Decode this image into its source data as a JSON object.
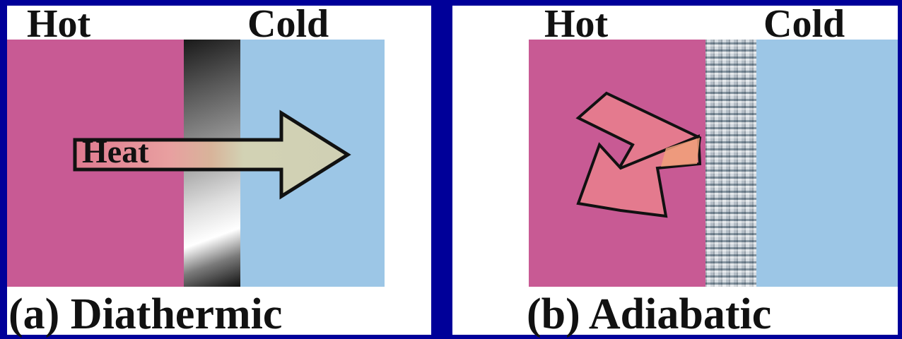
{
  "panel_a": {
    "hot_label": "Hot",
    "cold_label": "Cold",
    "arrow_label": "Heat",
    "caption": "(a) Diathermic"
  },
  "panel_b": {
    "hot_label": "Hot",
    "cold_label": "Cold",
    "caption": "(b) Adiabatic"
  },
  "colors": {
    "background": "#000099",
    "hot": "#c85a94",
    "cold": "#9cc6e6",
    "heat_arrow": "#d2d2b4",
    "reflected_arrow": "#e47a8e"
  }
}
